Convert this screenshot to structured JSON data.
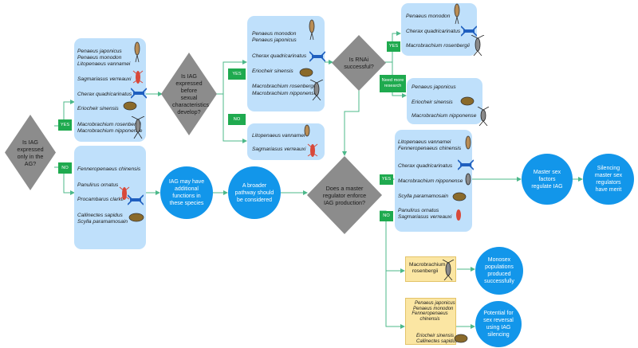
{
  "questions": {
    "q1": "Is IAG expressed only in the AG?",
    "q2": "Is IAG expressed before sexual characteristics develop?",
    "q3": "Is RNAi successful?",
    "q4": "Does a master regulator enforce IAG production?"
  },
  "tags": {
    "q1_yes": "YES",
    "q1_no": "NO",
    "q2_yes": "YES",
    "q2_no": "NO",
    "q3_yes": "YES",
    "q3_more": "Need more research",
    "q4_yes": "YES",
    "q4_no": "NO"
  },
  "outcomes": {
    "iag_other": "IAG may have additional functions in these species",
    "broader": "A broader pathway should be considered",
    "master_sex": "Master sex factors regulate IAG",
    "silencing": "Silencing master sex regulators have merit",
    "monosex": "Monosex populations produced successfully",
    "sex_reversal": "Potential for sex reversal using IAG silencing"
  },
  "boxes": {
    "yes_group": [
      "Penaeus japonicus",
      "Penaeus monodon",
      "Litopenaeus vannamei",
      "Sagmariasus verreauxi",
      "Cherax quadricarinatus",
      "Eriocheir sinensis",
      "Macrobrachium rosenbergii",
      "Macrobrachium nipponense"
    ],
    "no_group": [
      "Fenneropenaeus chinensis",
      "Panulirus ornatus",
      "Procambarus clarkii",
      "Callinectes sapidus",
      "Scylla paramamosain"
    ],
    "q2_yes_group": [
      "Penaeus monodon",
      "Penaeus japonicus",
      "Cherax quadricarinatus",
      "Eriocheir sinensis",
      "Macrobrachium rosenbergii",
      "Macrobrachium nipponense"
    ],
    "q2_no_group": [
      "Litopenaeus vannamei",
      "Sagmariasus verreauxi"
    ],
    "rnai_yes_group": [
      "Penaeus monodon",
      "Cherax quadricarinatus",
      "Macrobrachium rosenbergii"
    ],
    "rnai_more_group": [
      "Penaeus japonicus",
      "Eriocheir sinensis",
      "Macrobrachium nipponense"
    ],
    "master_yes_group": [
      "Litopenaeus vannamei",
      "Fenneropenaeus chinensis",
      "Cherax quadricarinatus",
      "Macrobrachium nipponense",
      "Scylla paramamosain",
      "Panulirus ornatus",
      "Sagmariasus verreauxi"
    ],
    "monosex_group": [
      "Macrobrachium rosenbergii"
    ],
    "reversal_group": [
      "Penaeus japonicus",
      "Penaeus monodon",
      "Fenneropenaeus chinensis",
      "Eriocheir sinensis",
      "Callinectes sapidus"
    ]
  },
  "colors": {
    "diamond": "#8c8c8c",
    "box": "#bfe0fb",
    "yellow_box": "#fbe6a3",
    "circle": "#1296ea",
    "tag": "#1faa4f",
    "arrow": "#4cb88a"
  }
}
